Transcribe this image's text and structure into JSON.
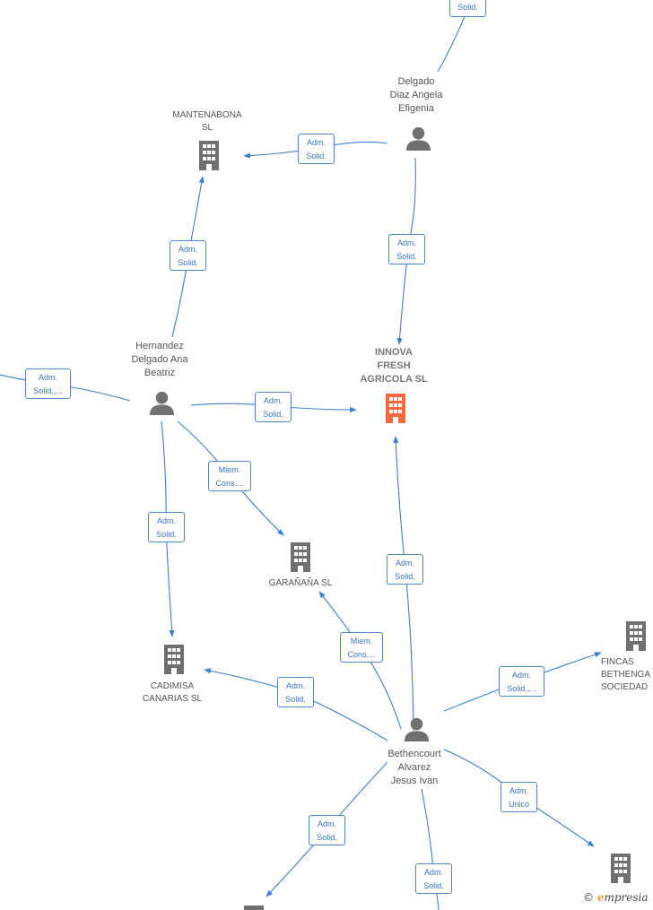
{
  "colors": {
    "edge": "#3d7fd0",
    "person_icon": "#707070",
    "company_icon": "#707070",
    "main_company_icon": "#f06a3c",
    "edge_label_border": "#4a86c8",
    "edge_label_text": "#3a75c0"
  },
  "nodes": {
    "mantenabona": {
      "label": "MANTENABONA\nSL",
      "type": "company"
    },
    "delgado_diaz": {
      "label": "Delgado\nDiaz Angela\nEfigenia",
      "type": "person"
    },
    "hernandez": {
      "label": "Hernandez\nDelgado Ana\nBeatriz",
      "type": "person"
    },
    "innova": {
      "label": "INNOVA\nFRESH\nAGRICOLA  SL",
      "type": "main-company"
    },
    "garanana": {
      "label": "GARAÑAÑA SL",
      "type": "company"
    },
    "cadimisa": {
      "label": "CADIMISA\nCANARIAS SL",
      "type": "company"
    },
    "fincas": {
      "label": "FINCAS\nBETHENGA\nSOCIEDAD",
      "type": "company"
    },
    "bethencourt": {
      "label": "Bethencourt\nAlvarez\nJesus Ivan",
      "type": "person"
    }
  },
  "edges": {
    "top_partial": "Solid.",
    "dd_to_mantenabona": "Adm.\nSolid.",
    "dd_to_innova": "Adm.\nSolid.",
    "hernandez_to_mantenabona": "Adm.\nSolid.",
    "left_to_hernandez": "Adm.\nSolid.,...",
    "hernandez_to_innova": "Adm.\nSolid.",
    "hernandez_to_garanana": "Miem.\nCons....",
    "hernandez_to_cadimisa": "Adm.\nSolid.",
    "bethencourt_to_innova": "Adm.\nSolid.",
    "bethencourt_to_garanana": "Miem.\nCons....",
    "bethencourt_to_cadimisa": "Adm.\nSolid.",
    "bethencourt_to_fincas": "Adm.\nSolid.,...",
    "bethencourt_to_bottom_right": "Adm.\nUnico",
    "bethencourt_to_bottom_left": "Adm.\nSolid.",
    "bethencourt_to_bottom": "Adm.\nSolid."
  },
  "watermark": {
    "copyright": "©",
    "brand_initial": "e",
    "brand_rest": "mpresia"
  }
}
